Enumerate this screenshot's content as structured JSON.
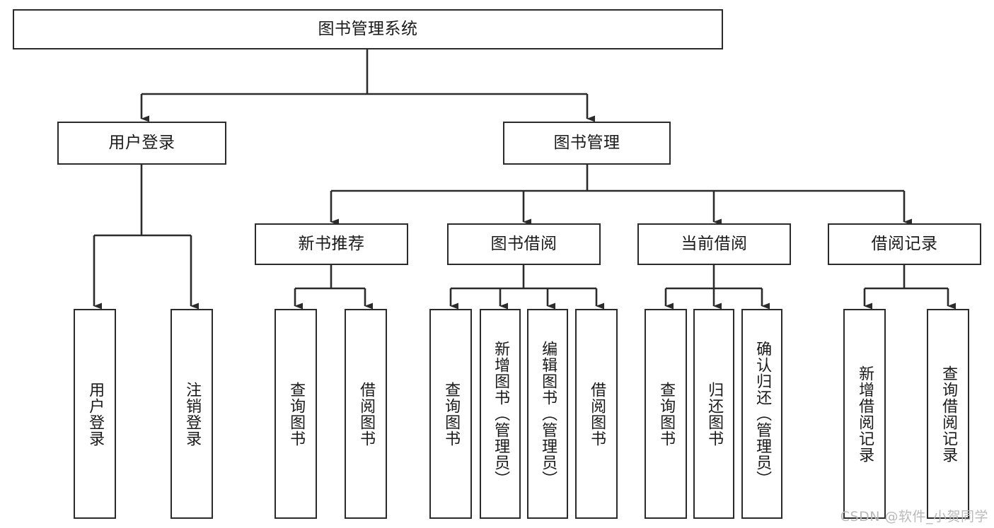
{
  "diagram": {
    "title": "图书管理系统",
    "type": "tree-hierarchy",
    "root": {
      "label": "图书管理系统"
    },
    "level2": [
      {
        "label": "用户登录"
      },
      {
        "label": "图书管理"
      }
    ],
    "level3": [
      {
        "label": "新书推荐"
      },
      {
        "label": "图书借阅"
      },
      {
        "label": "当前借阅"
      },
      {
        "label": "借阅记录"
      }
    ],
    "leaves": {
      "user_login": [
        {
          "label": "用户登录"
        },
        {
          "label": "注销登录"
        }
      ],
      "new_book_recommend": [
        {
          "label": "查询图书"
        },
        {
          "label": "借阅图书"
        }
      ],
      "book_borrow": [
        {
          "label": "查询图书"
        },
        {
          "label": "新增图书（管理员）"
        },
        {
          "label": "编辑图书（管理员）"
        },
        {
          "label": "借阅图书"
        }
      ],
      "current_borrow": [
        {
          "label": "查询图书"
        },
        {
          "label": "归还图书"
        },
        {
          "label": "确认归还（管理员）"
        }
      ],
      "borrow_record": [
        {
          "label": "新增借阅记录"
        },
        {
          "label": "查询借阅记录"
        }
      ]
    }
  },
  "watermark": {
    "text": "CSDN @软件_小贺同学"
  },
  "colors": {
    "stroke": "#2b2b2b",
    "box_fill": "#ffffff",
    "text": "#1a1a1a",
    "background": "#ffffff",
    "watermark": "#b9b9b9"
  }
}
